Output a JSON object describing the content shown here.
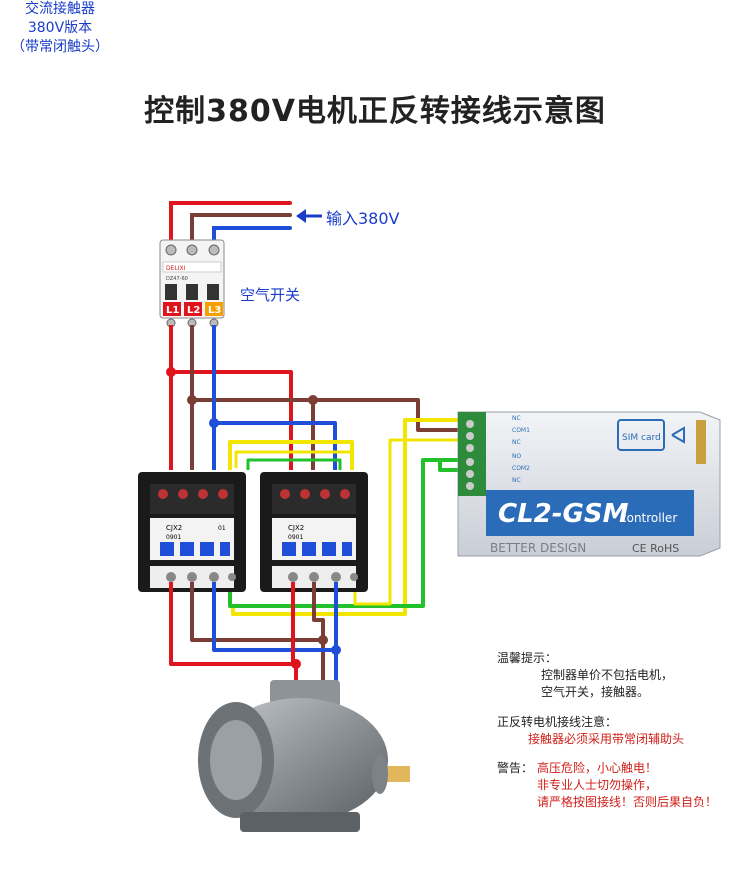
{
  "title": "控制380V电机正反转接线示意图",
  "input_label": "输入380V",
  "breaker": {
    "label": "空气开关",
    "brand": "DELIXI",
    "model": "DZ47-60",
    "terminals": [
      "L1",
      "L2",
      "L3"
    ]
  },
  "contactor": {
    "label_lines": [
      "交流接触器",
      "380V版本",
      "（带常闭触头）"
    ],
    "model": "CJX2",
    "sub": "0901",
    "aux": "01"
  },
  "controller": {
    "brand": "CL2-GSM",
    "sub": "controller",
    "maker": "BETTER DESIGN",
    "cert": "CE RoHS",
    "sim": "SIM card",
    "terminal_labels": [
      "NC",
      "COM1",
      "NC",
      "NO",
      "COM2",
      "NC"
    ]
  },
  "notes": {
    "tips_heading": "温馨提示：",
    "tips_lines": [
      "控制器单价不包括电机，",
      "空气开关，接触器。"
    ],
    "reverse_heading": "正反转电机接线注意：",
    "reverse_lines": [
      "接触器必须采用带常闭辅助头"
    ],
    "warning_heading": "警告：",
    "warning_lines": [
      "高压危险，小心触电！",
      "非专业人士切勿操作，",
      "请严格按图接线！否则后果自负！"
    ]
  },
  "colors": {
    "wire_red": "#e0141c",
    "wire_brown": "#7a3e34",
    "wire_blue": "#1f4fd8",
    "wire_yellow": "#f2e600",
    "wire_green": "#22c02a",
    "text_blue": "#1a3cc8",
    "text_red": "#d0201a"
  }
}
